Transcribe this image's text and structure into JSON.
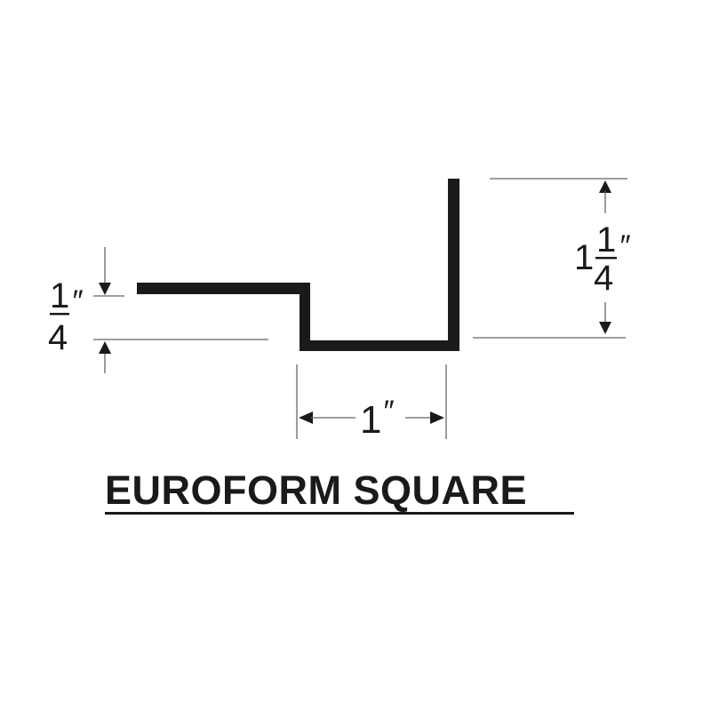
{
  "title": "EUROFORM SQUARE",
  "colors": {
    "profile": "#1a1a1a",
    "dimension_lines": "#666666",
    "text": "#1a1a1a",
    "background": "#ffffff"
  },
  "dimensions": {
    "step_height": {
      "whole": "",
      "numerator": "1",
      "denominator": "4",
      "unit": "″"
    },
    "overall_height": {
      "whole": "1",
      "numerator": "1",
      "denominator": "4",
      "unit": "″"
    },
    "channel_width": {
      "value": "1",
      "unit": "″"
    }
  }
}
